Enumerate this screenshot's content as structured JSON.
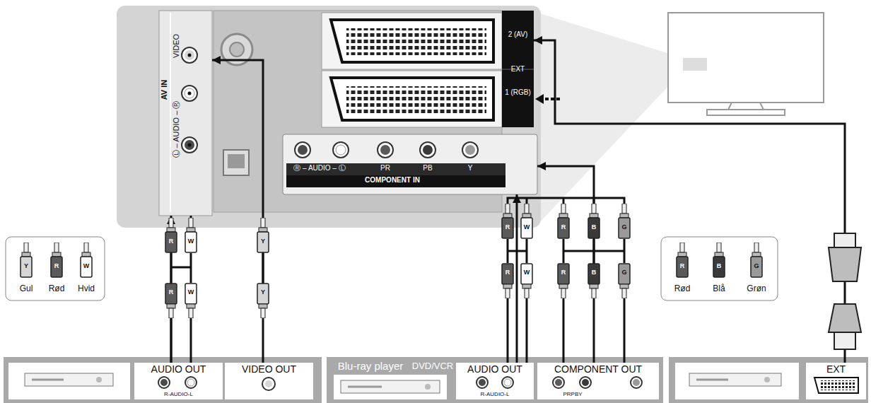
{
  "diagram": {
    "nodes": [
      {
        "text": [
          "VIDEO",
          "Ⓛ – AUDIO – Ⓡ",
          "AV IN"
        ]
      },
      {
        "text": [
          "2 (AV)",
          "EXT",
          "1 (RGB)"
        ]
      },
      {
        "text": [
          "Ⓡ – AUDIO – Ⓛ",
          "PR",
          "PB",
          "Y",
          "COMPONENT IN"
        ]
      },
      {
        "text": [
          "AUDIO OUT",
          "R-AUDIO-L"
        ]
      },
      {
        "text": [
          "VIDEO OUT"
        ]
      },
      {
        "text": [
          "Blu-ray player",
          "DVD/VCR"
        ]
      },
      {
        "text": [
          "AUDIO OUT",
          "R-AUDIO-L"
        ],
        "in": 5
      },
      {
        "text": [
          "COMPONENT OUT",
          "PRPBY"
        ],
        "in": 5
      },
      {
        "text": [
          "EXT"
        ]
      },
      {
        "text": [
          "Gul",
          "Rød",
          "Hvid"
        ]
      },
      {
        "text": [
          "Rød",
          "Blå",
          "Grøn"
        ]
      }
    ],
    "edges": [
      {
        "from": 3,
        "to": 0,
        "arrow": "to"
      },
      {
        "from": 4,
        "to": 0,
        "arrow": "to"
      },
      {
        "from": 6,
        "to": 2,
        "arrow": "to"
      },
      {
        "from": 7,
        "to": 2,
        "arrow": "to"
      },
      {
        "from": 8,
        "to": 1,
        "arrow": "to"
      }
    ],
    "labels": [
      "R",
      "W",
      "Y",
      "R",
      "W",
      "Y",
      "R",
      "W",
      "R",
      "B",
      "G",
      "R",
      "W",
      "R",
      "B",
      "G",
      "Y",
      "R",
      "W",
      "R",
      "B",
      "G"
    ]
  }
}
